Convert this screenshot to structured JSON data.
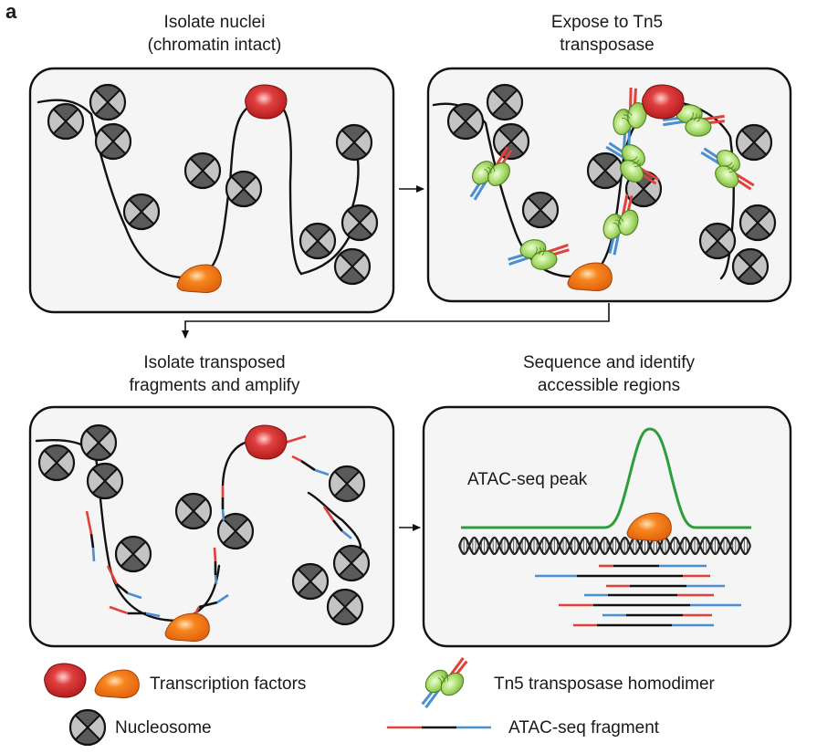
{
  "panel_letter": "a",
  "steps": [
    {
      "line1": "Isolate nuclei",
      "line2": "(chromatin intact)"
    },
    {
      "line1": "Expose to Tn5",
      "line2": "transposase"
    },
    {
      "line1": "Isolate transposed",
      "line2": "fragments and amplify"
    },
    {
      "line1": "Sequence and identify",
      "line2": "accessible regions"
    }
  ],
  "peak_label": "ATAC-seq peak",
  "legend": {
    "transcription_factors": "Transcription factors",
    "nucleosome": "Nucleosome",
    "tn5": "Tn5 transposase homodimer",
    "fragment": "ATAC-seq fragment"
  },
  "colors": {
    "tf_red": "#d62a2a",
    "tf_orange": "#f0761a",
    "nucleosome_dark": "#5a5a5a",
    "nucleosome_light": "#c4c4c4",
    "tn5_green": "#9cd35a",
    "adapter_red": "#e0413a",
    "adapter_blue": "#4a8fd0",
    "peak_green": "#2c9e3c",
    "panel_fill": "#f4f5f4"
  }
}
